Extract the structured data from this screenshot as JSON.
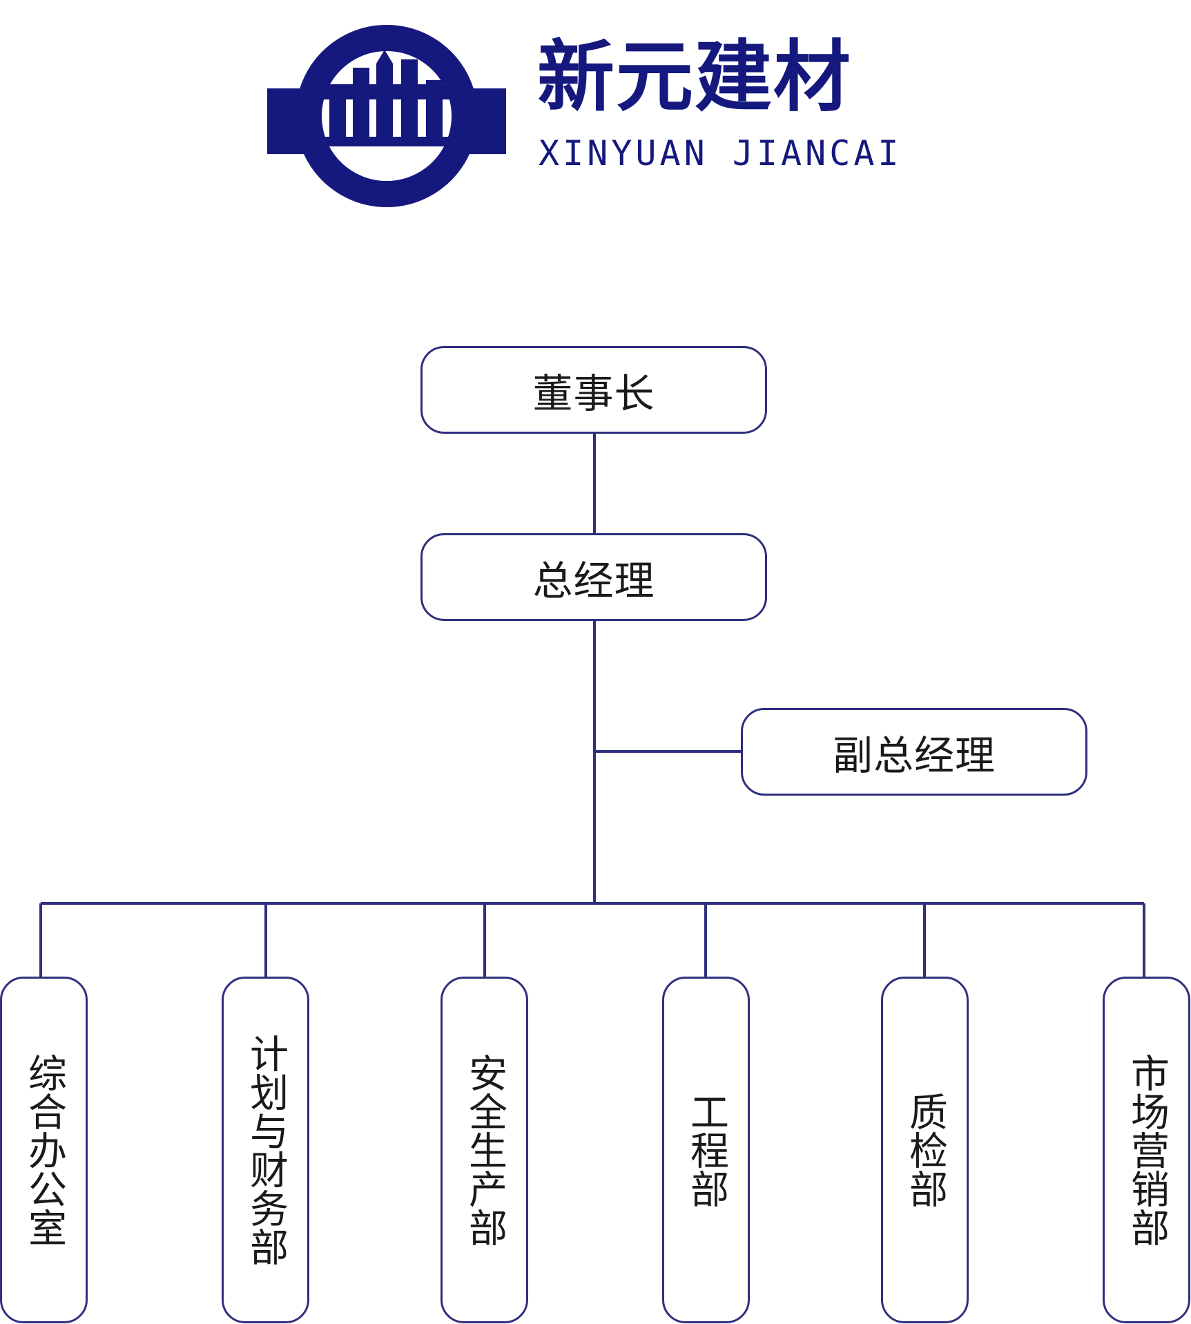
{
  "logo": {
    "name_cn": "新元建材",
    "name_en": "XINYUAN JIANCAI",
    "color": "#15197e"
  },
  "colors": {
    "line": "#2f2f7f",
    "node_border": "#2f2f7f",
    "text": "#1a1a1a"
  },
  "org": {
    "chairman": "董事长",
    "general_manager": "总经理",
    "deputy_general_manager": "副总经理",
    "departments": [
      "综合办公室",
      "计划与财务部",
      "安全生产部",
      "工程部",
      "质检部",
      "市场营销部"
    ]
  }
}
